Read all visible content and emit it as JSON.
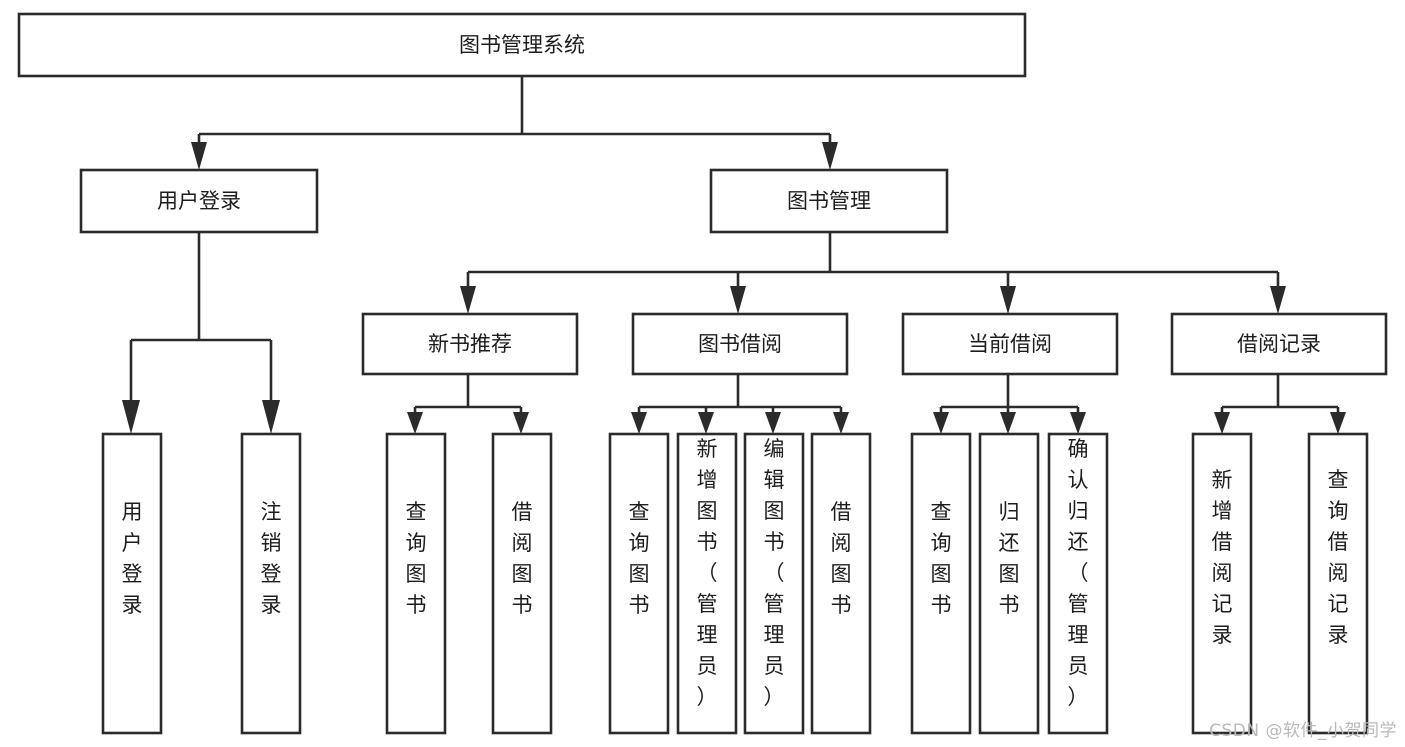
{
  "diagram": {
    "type": "tree",
    "title": "图书管理系统",
    "orientation": "top-down",
    "colors": {
      "box_stroke": "#2b2b2b",
      "box_fill": "#ffffff",
      "connector": "#2b2b2b",
      "text": "#1d1d1d",
      "watermark": "#b9b9b9",
      "background": "#ffffff"
    },
    "root": {
      "id": "root",
      "label": "图书管理系统"
    },
    "level2": [
      {
        "id": "user-login",
        "label": "用户登录"
      },
      {
        "id": "book-manage",
        "label": "图书管理"
      }
    ],
    "level3": [
      {
        "id": "new-book-recommend",
        "label": "新书推荐",
        "parent": "book-manage"
      },
      {
        "id": "book-borrow",
        "label": "图书借阅",
        "parent": "book-manage"
      },
      {
        "id": "current-borrow",
        "label": "当前借阅",
        "parent": "book-manage"
      },
      {
        "id": "borrow-record",
        "label": "借阅记录",
        "parent": "book-manage"
      }
    ],
    "leaves": {
      "user-login": [
        {
          "id": "leaf-user-login",
          "label": "用户登录"
        },
        {
          "id": "leaf-user-logout",
          "label": "注销登录"
        }
      ],
      "new-book-recommend": [
        {
          "id": "leaf-query-book-1",
          "label": "查询图书"
        },
        {
          "id": "leaf-borrow-book-1",
          "label": "借阅图书"
        }
      ],
      "book-borrow": [
        {
          "id": "leaf-query-book-2",
          "label": "查询图书"
        },
        {
          "id": "leaf-add-book",
          "label": "新增图书（管理员）"
        },
        {
          "id": "leaf-edit-book",
          "label": "编辑图书（管理员）"
        },
        {
          "id": "leaf-borrow-book-2",
          "label": "借阅图书"
        }
      ],
      "current-borrow": [
        {
          "id": "leaf-query-book-3",
          "label": "查询图书"
        },
        {
          "id": "leaf-return-book",
          "label": "归还图书"
        },
        {
          "id": "leaf-confirm-return",
          "label": "确认归还（管理员）"
        }
      ],
      "borrow-record": [
        {
          "id": "leaf-add-record",
          "label": "新增借阅记录"
        },
        {
          "id": "leaf-query-record",
          "label": "查询借阅记录"
        }
      ]
    }
  },
  "watermark": {
    "text": "CSDN @软件_小贺同学"
  }
}
